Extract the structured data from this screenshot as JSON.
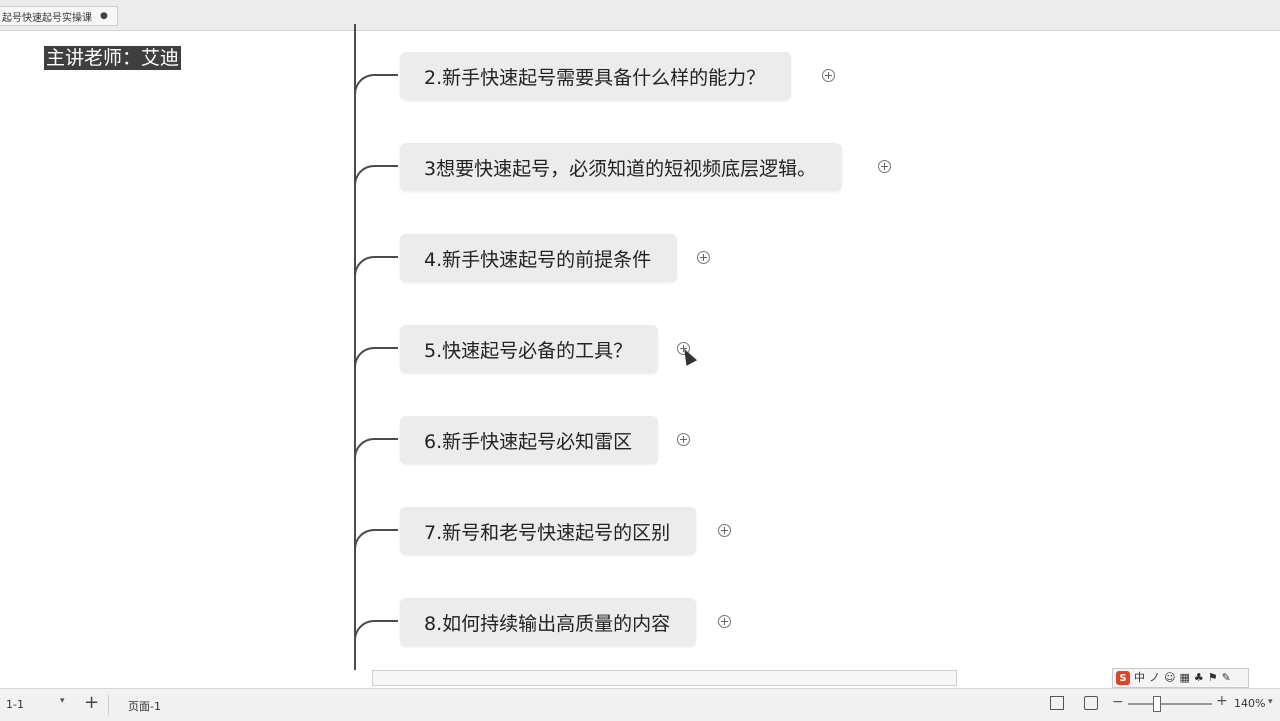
{
  "tab": {
    "title": "起号快速起号实操课",
    "close_glyph": "●"
  },
  "teacher_label": "主讲老师：艾迪",
  "mindmap": {
    "nodes": [
      {
        "label": "2.新手快速起号需要具备什么样的能力？"
      },
      {
        "label": "3想要快速起号，必须知道的短视频底层逻辑。"
      },
      {
        "label": "4.新手快速起号的前提条件"
      },
      {
        "label": "5.快速起号必备的工具？"
      },
      {
        "label": "6.新手快速起号必知雷区"
      },
      {
        "label": "7.新号和老号快速起号的区别"
      },
      {
        "label": "8.如何持续输出高质量的内容"
      }
    ]
  },
  "statusbar": {
    "page_selector": "1-1",
    "add_glyph": "+",
    "page_tab": "页面-1",
    "zoom_minus": "−",
    "zoom_plus": "+",
    "zoom": "140%",
    "dropdown_glyph": "▾"
  },
  "ime": {
    "logo": "S",
    "items": [
      "中",
      "ノ",
      "☺",
      "▦",
      "♣",
      "⚑",
      "✎"
    ]
  },
  "colors": {
    "node_bg": "#ececec",
    "spine": "#4a4a4a",
    "teacher_bg": "#3f3f3f"
  }
}
